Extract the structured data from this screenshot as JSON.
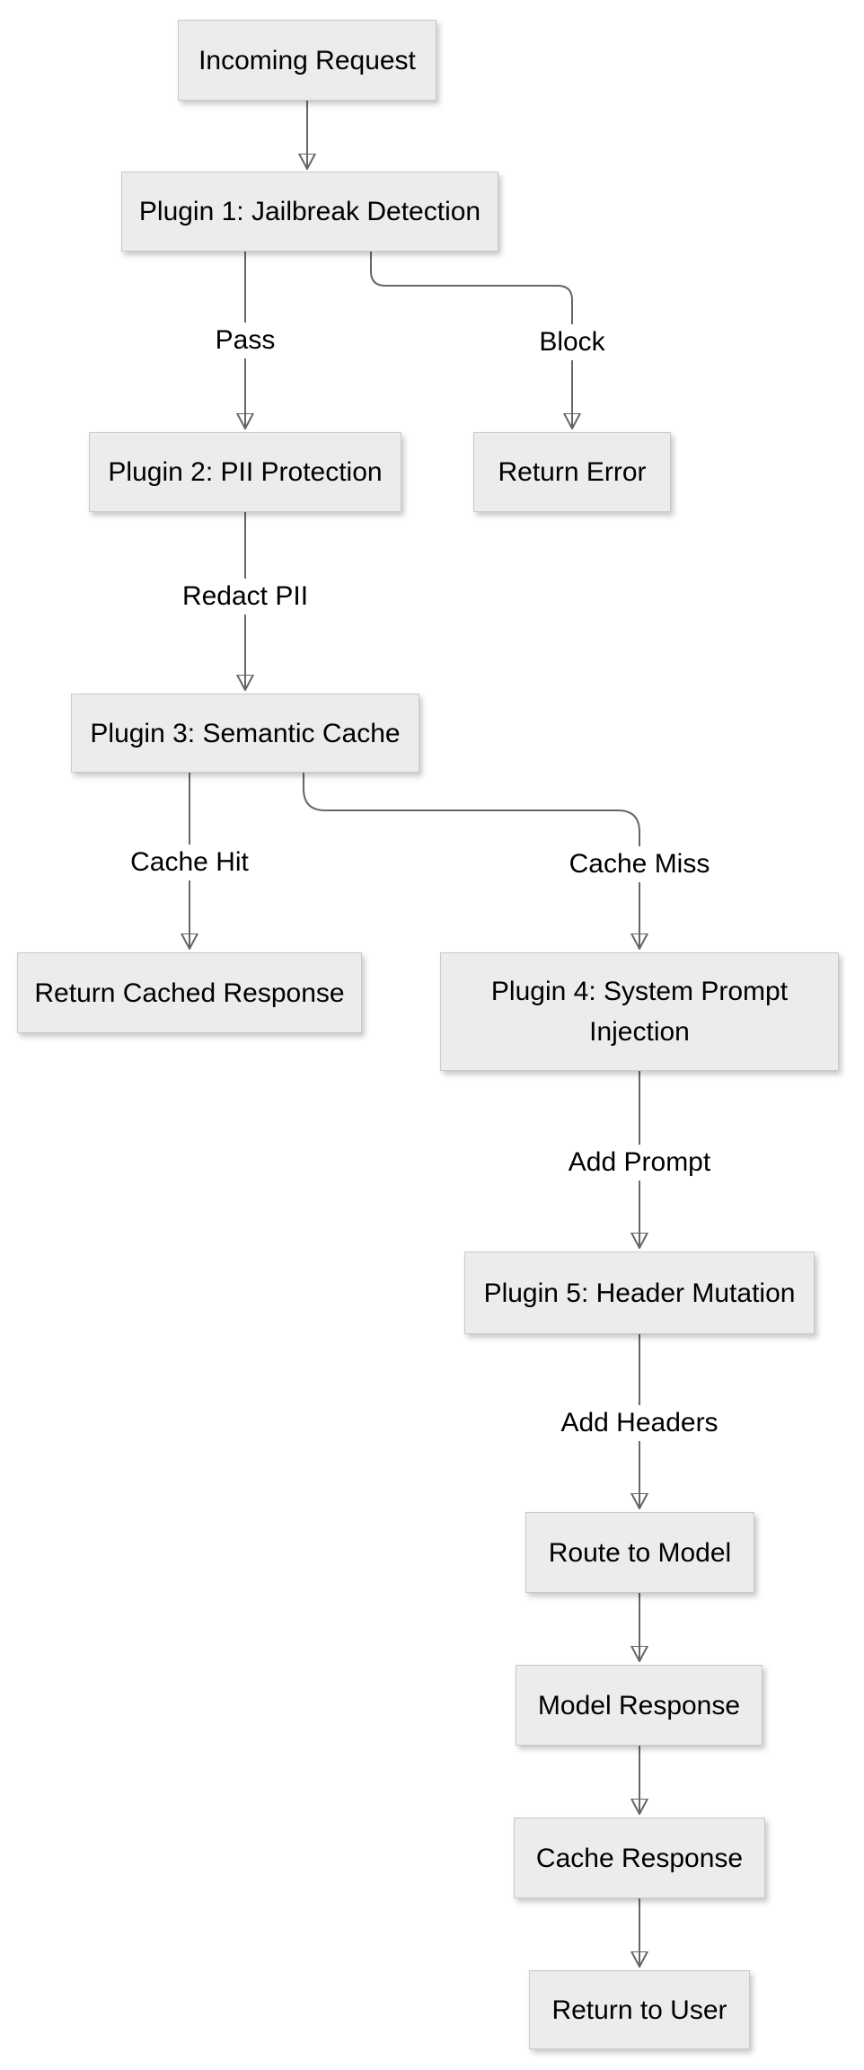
{
  "diagram": {
    "type": "flowchart-top-down",
    "colors": {
      "background": "#ffffff",
      "node_fill": "#ececec",
      "node_border": "#c9c9c9",
      "edge_line": "#666666",
      "text": "#000000"
    },
    "nodes": {
      "incoming_request": {
        "label": "Incoming Request"
      },
      "plugin1": {
        "label": "Plugin 1: Jailbreak Detection"
      },
      "plugin2": {
        "label": "Plugin 2: PII Protection"
      },
      "return_error": {
        "label": "Return Error"
      },
      "plugin3": {
        "label": "Plugin 3: Semantic Cache"
      },
      "return_cached": {
        "label": "Return Cached Response"
      },
      "plugin4": {
        "label": "Plugin 4: System Prompt Injection"
      },
      "plugin5": {
        "label": "Plugin 5: Header Mutation"
      },
      "route_to_model": {
        "label": "Route to Model"
      },
      "model_response": {
        "label": "Model Response"
      },
      "cache_response": {
        "label": "Cache Response"
      },
      "return_to_user": {
        "label": "Return to User"
      }
    },
    "edge_labels": {
      "pass": "Pass",
      "block": "Block",
      "redact_pii": "Redact PII",
      "cache_hit": "Cache Hit",
      "cache_miss": "Cache Miss",
      "add_prompt": "Add Prompt",
      "add_headers": "Add Headers"
    },
    "edges": [
      {
        "from": "incoming_request",
        "to": "plugin1",
        "label": ""
      },
      {
        "from": "plugin1",
        "to": "plugin2",
        "label": "Pass"
      },
      {
        "from": "plugin1",
        "to": "return_error",
        "label": "Block"
      },
      {
        "from": "plugin2",
        "to": "plugin3",
        "label": "Redact PII"
      },
      {
        "from": "plugin3",
        "to": "return_cached",
        "label": "Cache Hit"
      },
      {
        "from": "plugin3",
        "to": "plugin4",
        "label": "Cache Miss"
      },
      {
        "from": "plugin4",
        "to": "plugin5",
        "label": "Add Prompt"
      },
      {
        "from": "plugin5",
        "to": "route_to_model",
        "label": "Add Headers"
      },
      {
        "from": "route_to_model",
        "to": "model_response",
        "label": ""
      },
      {
        "from": "model_response",
        "to": "cache_response",
        "label": ""
      },
      {
        "from": "cache_response",
        "to": "return_to_user",
        "label": ""
      }
    ]
  }
}
